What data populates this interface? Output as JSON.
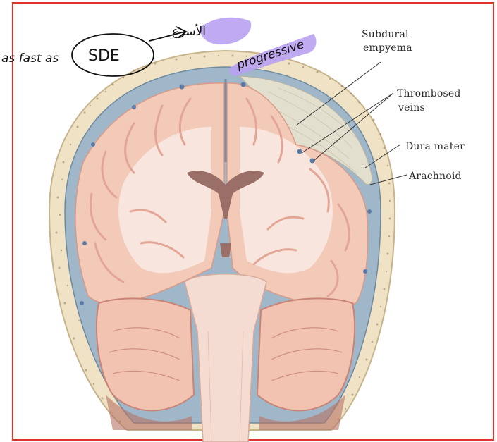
{
  "labels": {
    "subdural_1": "Subdural",
    "subdural_2": "empyema",
    "thrombosed_1": "Thrombosed",
    "thrombosed_2": "veins",
    "dura": "Dura mater",
    "arachnoid": "Arachnoid"
  },
  "handwriting": {
    "as_fast_as": "as fast as",
    "sde": "SDE",
    "arabic": "الأسرع",
    "progressive": "progressive"
  },
  "colors": {
    "frame": "#e0312c",
    "highlight": "#b9a2f2",
    "skull": "#f0e2c4",
    "skull_dots": "#8a7a5a",
    "dura": "#9fb7c8",
    "brain": "#f3c9b7",
    "brain_dark": "#e9a99a",
    "white_matter": "#f8e6de",
    "empyema": "#e2dfcf",
    "vessels": "#5a7aa8",
    "cerebellum": "#c98475"
  }
}
